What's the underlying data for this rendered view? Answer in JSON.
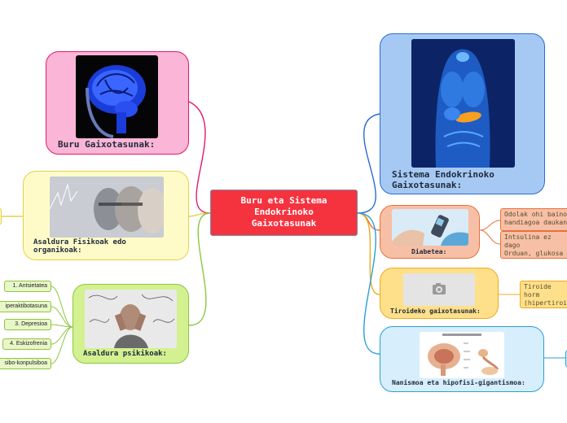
{
  "central": {
    "title": "Buru eta Sistema\nEndokrinoko\nGaixotasunak"
  },
  "left_nodes": {
    "buru": {
      "label": "Buru Gaixotasunak:",
      "image": "brain-mri-image"
    },
    "fisikoak": {
      "label": "Asaldura Fisikoak edo\norganikoak:",
      "image": "aging-faces-image"
    },
    "psikikoak": {
      "label": "Asaldura psikikoak:",
      "image": "stressed-man-image",
      "items": [
        "1. Antsietatea",
        "iperaktibotasuna",
        "3. Depresioa",
        "4. Eskizofrenia",
        "sibo-konpulsiboa"
      ]
    }
  },
  "right_nodes": {
    "sistema": {
      "label": "Sistema Endokrinoko\nGaixotasunak:",
      "image": "endocrine-body-image"
    },
    "diabetea": {
      "label": "Diabetea:",
      "image": "glucose-meter-image",
      "notes": [
        "Odolak ohi baino\nhandiagoa daukan",
        "Intsulina ez dago\nOrduan, glukosa g\ndaude"
      ]
    },
    "tiroide": {
      "label": "Tiroideko gaixotasunak:",
      "image": "camera-placeholder-icon",
      "notes": [
        "Tiroide horm\n(hipertiroid\n(hipotiroidi"
      ]
    },
    "nanismoa": {
      "label": "Nanismoa eta hipofisi-gigantismoa:",
      "image": "hypophysis-diagram-image"
    }
  },
  "colors": {
    "central": "#f5333f",
    "buru_fill": "#fbb5d6",
    "buru_border": "#e0196c",
    "fisikoak_fill": "#fffbc8",
    "fisikoak_border": "#e6cf4a",
    "psikikoak_fill": "#d3f190",
    "psikikoak_border": "#8dc63f",
    "sistema_fill": "#a6c9f4",
    "sistema_border": "#2a6bd0",
    "diabetea_fill": "#f7c0a6",
    "diabetea_border": "#e8703a",
    "tiroide_fill": "#ffe08a",
    "tiroide_border": "#f2a81d",
    "nanismoa_fill": "#d7eefc",
    "nanismoa_border": "#2a9fd6"
  }
}
